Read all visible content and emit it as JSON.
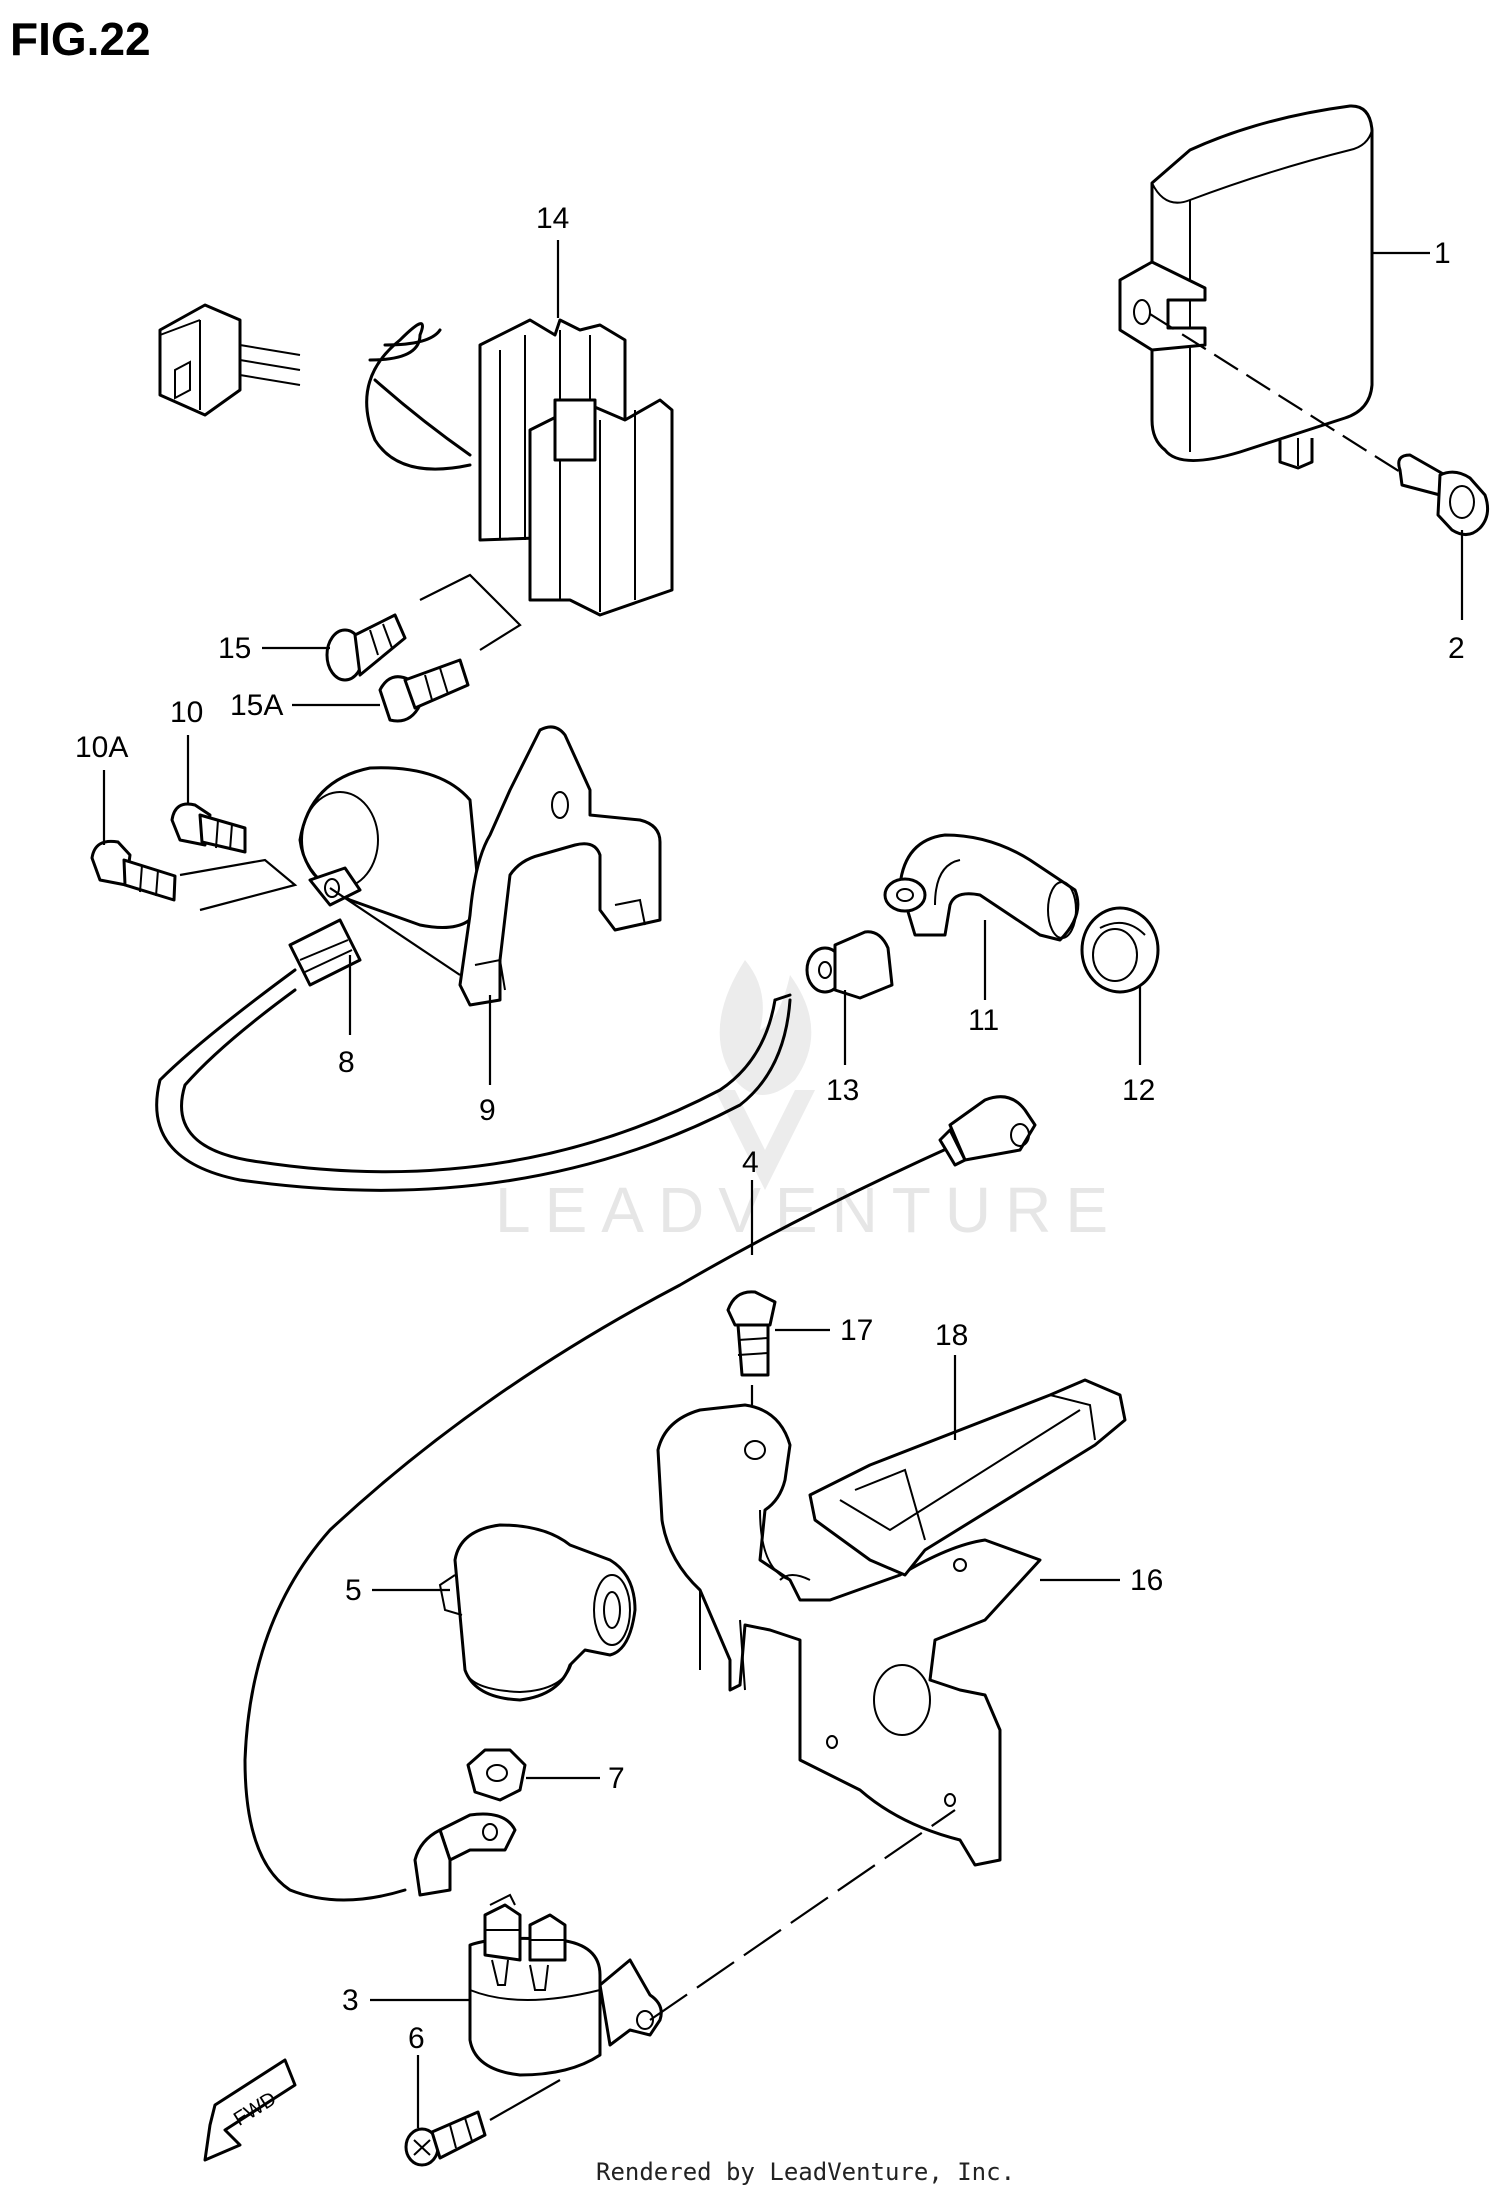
{
  "figure": {
    "title": "FIG.22",
    "footer": "Rendered by LeadVenture, Inc.",
    "watermark": "LEADVENTURE",
    "direction_label": "FWD"
  },
  "callouts": [
    {
      "id": "c1",
      "label": "1"
    },
    {
      "id": "c2",
      "label": "2"
    },
    {
      "id": "c3",
      "label": "3"
    },
    {
      "id": "c4",
      "label": "4"
    },
    {
      "id": "c5",
      "label": "5"
    },
    {
      "id": "c6",
      "label": "6"
    },
    {
      "id": "c7",
      "label": "7"
    },
    {
      "id": "c8",
      "label": "8"
    },
    {
      "id": "c9",
      "label": "9"
    },
    {
      "id": "c10",
      "label": "10"
    },
    {
      "id": "c10a",
      "label": "10A"
    },
    {
      "id": "c11",
      "label": "11"
    },
    {
      "id": "c12",
      "label": "12"
    },
    {
      "id": "c13",
      "label": "13"
    },
    {
      "id": "c14",
      "label": "14"
    },
    {
      "id": "c15",
      "label": "15"
    },
    {
      "id": "c15a",
      "label": "15A"
    },
    {
      "id": "c16",
      "label": "16"
    },
    {
      "id": "c17",
      "label": "17"
    },
    {
      "id": "c18",
      "label": "18"
    }
  ]
}
